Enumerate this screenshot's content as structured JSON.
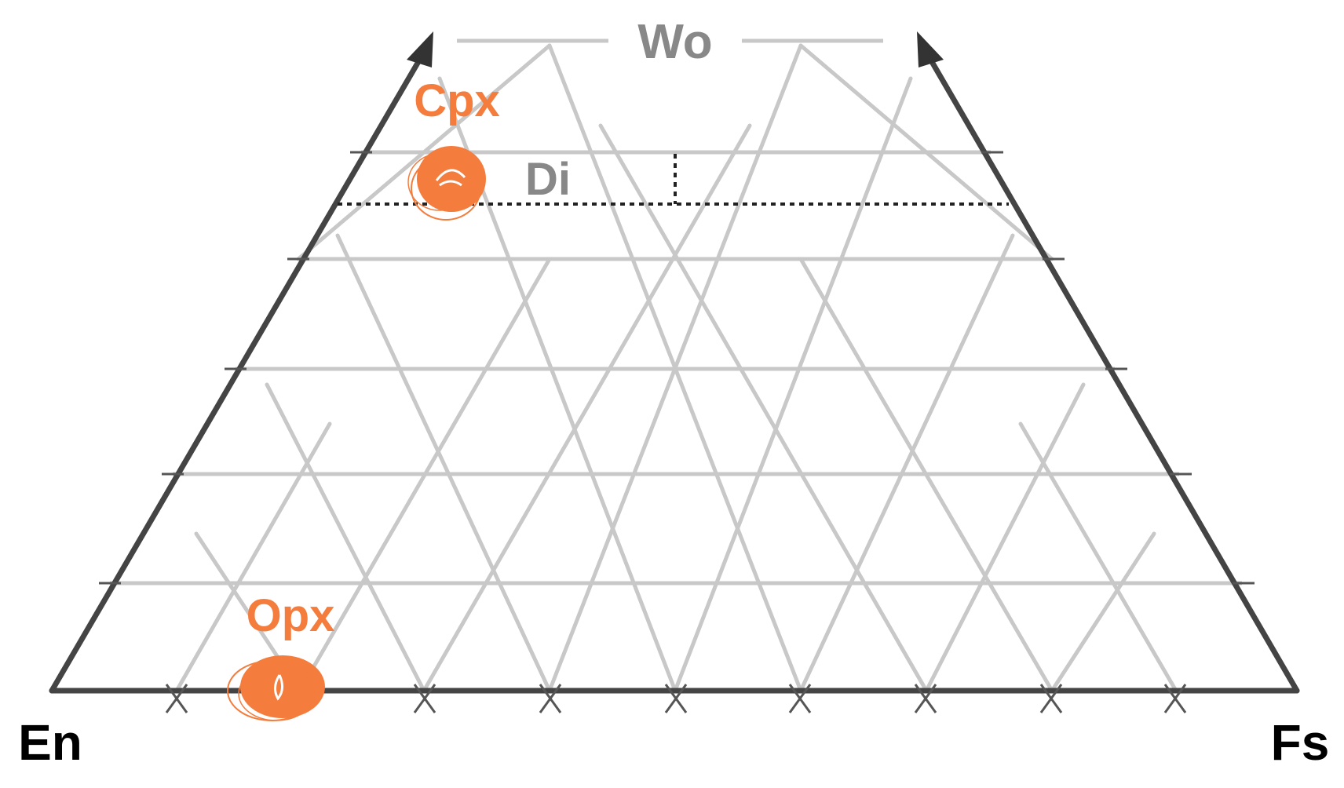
{
  "labels": {
    "wo": "Wo",
    "en": "En",
    "fs": "Fs",
    "di": "Di",
    "cpx": "Cpx",
    "opx": "Opx"
  },
  "colors": {
    "background": "#ffffff",
    "axis": "#444444",
    "grid": "#c8c8c8",
    "grid_label": "#888888",
    "highlight": "#f47c3c",
    "corner_label": "#000000",
    "dotted": "#222222"
  },
  "clusters": [
    {
      "name": "cpx-cluster",
      "label_key": "cpx"
    },
    {
      "name": "opx-cluster",
      "label_key": "opx"
    }
  ]
}
